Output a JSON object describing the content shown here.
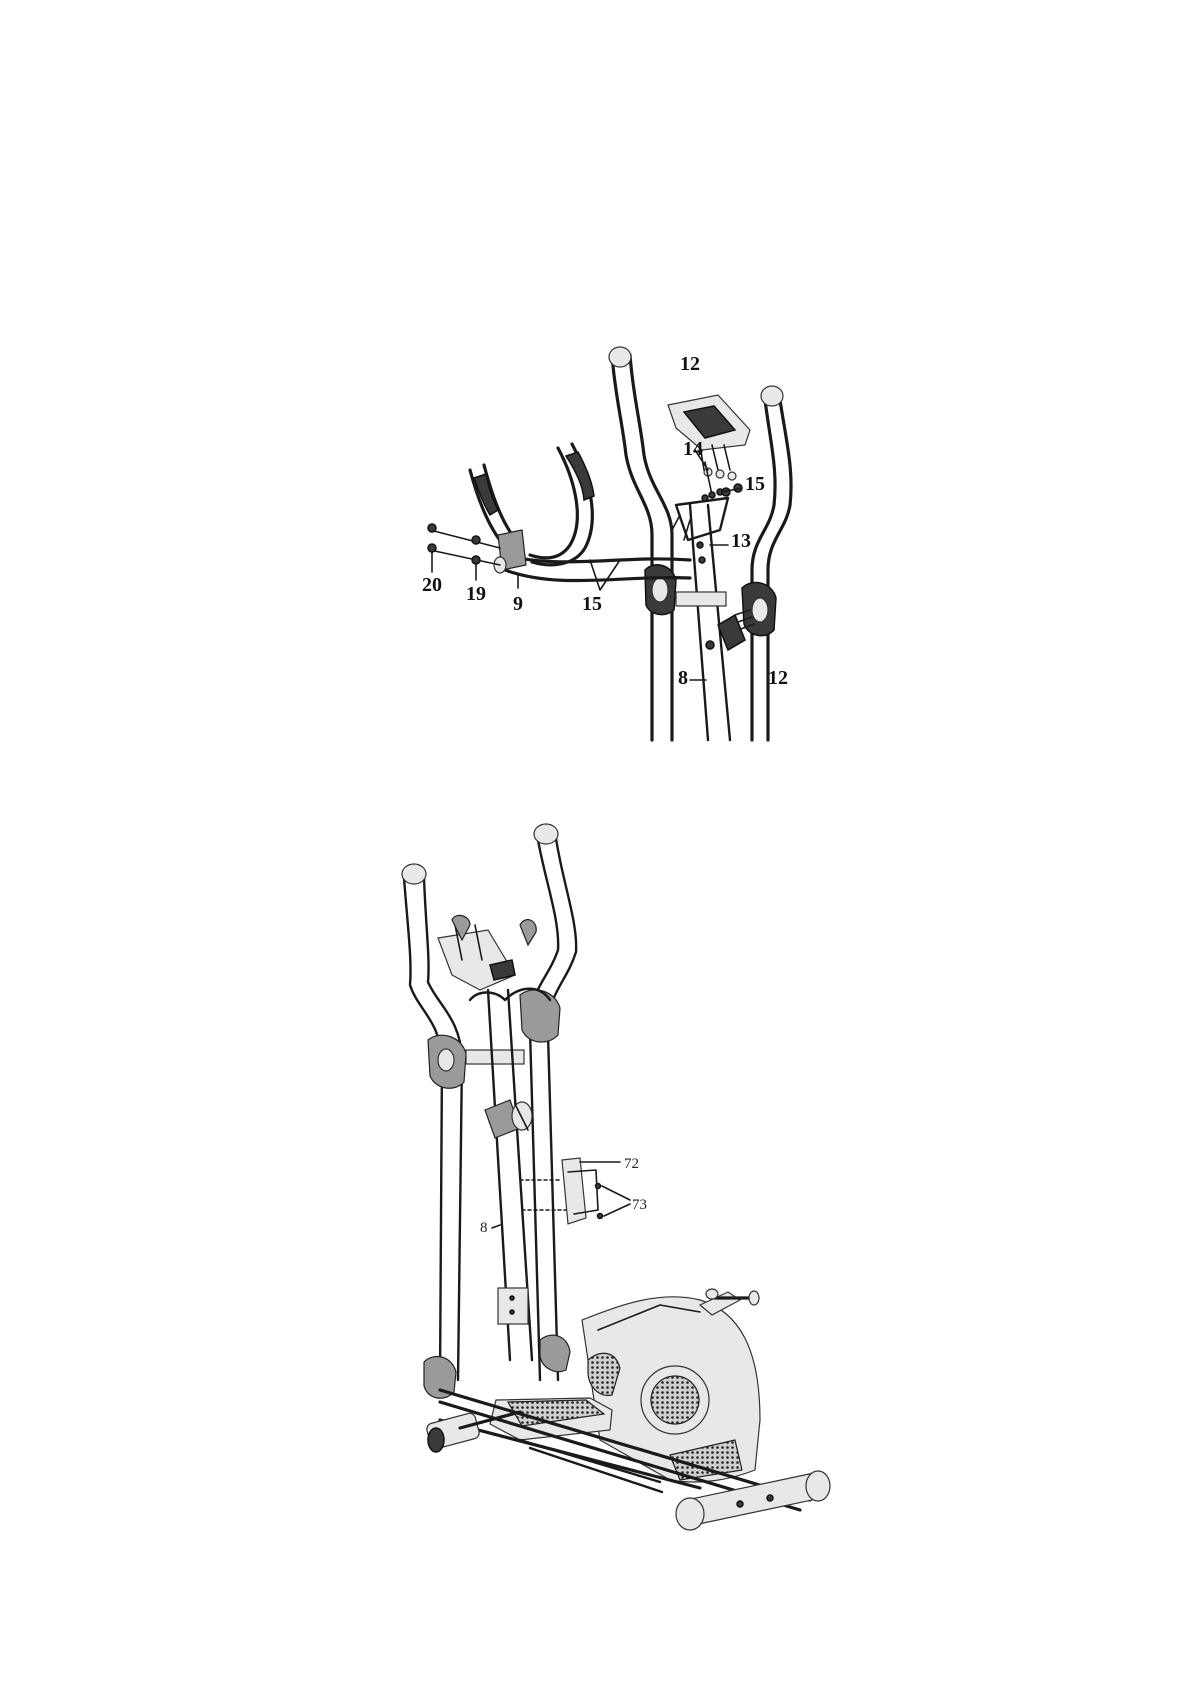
{
  "diagram_top": {
    "labels": [
      {
        "id": "lbl-12-console",
        "text": "12"
      },
      {
        "id": "lbl-14",
        "text": "14"
      },
      {
        "id": "lbl-15-top",
        "text": "15"
      },
      {
        "id": "lbl-13",
        "text": "13"
      },
      {
        "id": "lbl-20",
        "text": "20"
      },
      {
        "id": "lbl-19",
        "text": "19"
      },
      {
        "id": "lbl-9",
        "text": "9"
      },
      {
        "id": "lbl-15-bottom",
        "text": "15"
      },
      {
        "id": "lbl-8",
        "text": "8"
      },
      {
        "id": "lbl-12-post",
        "text": "12"
      }
    ]
  },
  "diagram_bottom": {
    "labels": [
      {
        "id": "lbl-72",
        "text": "72"
      },
      {
        "id": "lbl-73",
        "text": "73"
      },
      {
        "id": "lbl-8-frame",
        "text": "8"
      }
    ]
  },
  "colors": {
    "ink": "#1a1a1a",
    "paper": "#ffffff"
  }
}
